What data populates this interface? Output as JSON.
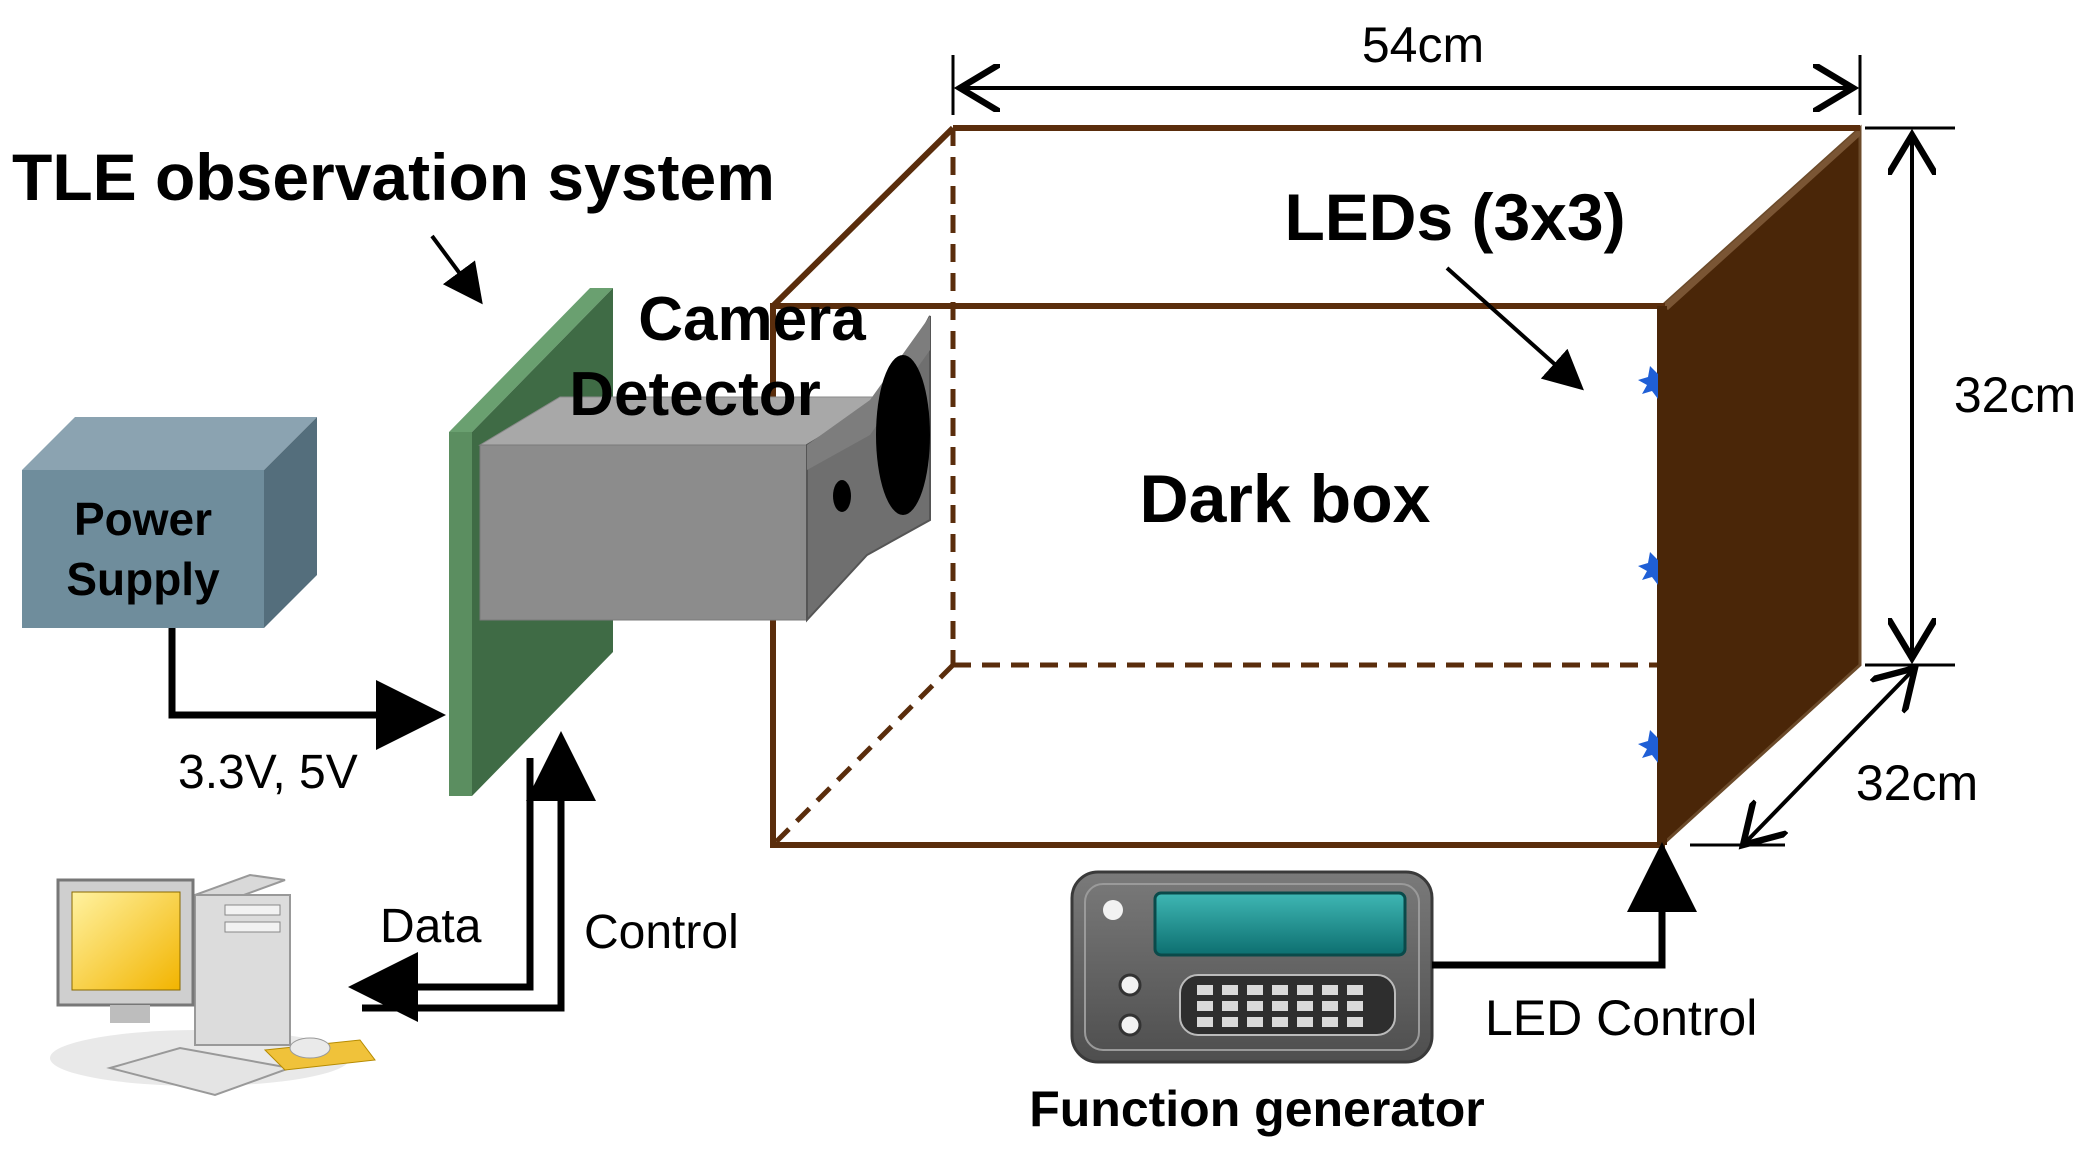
{
  "labels": {
    "system_title": "TLE observation system",
    "camera_line1": "Camera",
    "camera_line2": "Detector",
    "power_line1": "Power",
    "power_line2": "Supply",
    "voltage": "3.3V, 5V",
    "data": "Data",
    "control": "Control",
    "dark_box": "Dark box",
    "leds": "LEDs (3x3)",
    "width_dim": "54cm",
    "height_dim": "32cm",
    "depth_dim": "32cm",
    "led_control": "LED Control",
    "function_generator": "Function generator"
  },
  "icons": {
    "computer": "desktop-computer-icon",
    "function_generator": "function-generator-icon",
    "led": "led-star-icon"
  },
  "colors": {
    "box_edge": "#5a2d0c",
    "box_back_panel": "#4a2608",
    "board": "#436b48",
    "camera_body": "#8c8c8c",
    "power_supply": "#6f8d9c",
    "led": "#1f5fd6"
  }
}
